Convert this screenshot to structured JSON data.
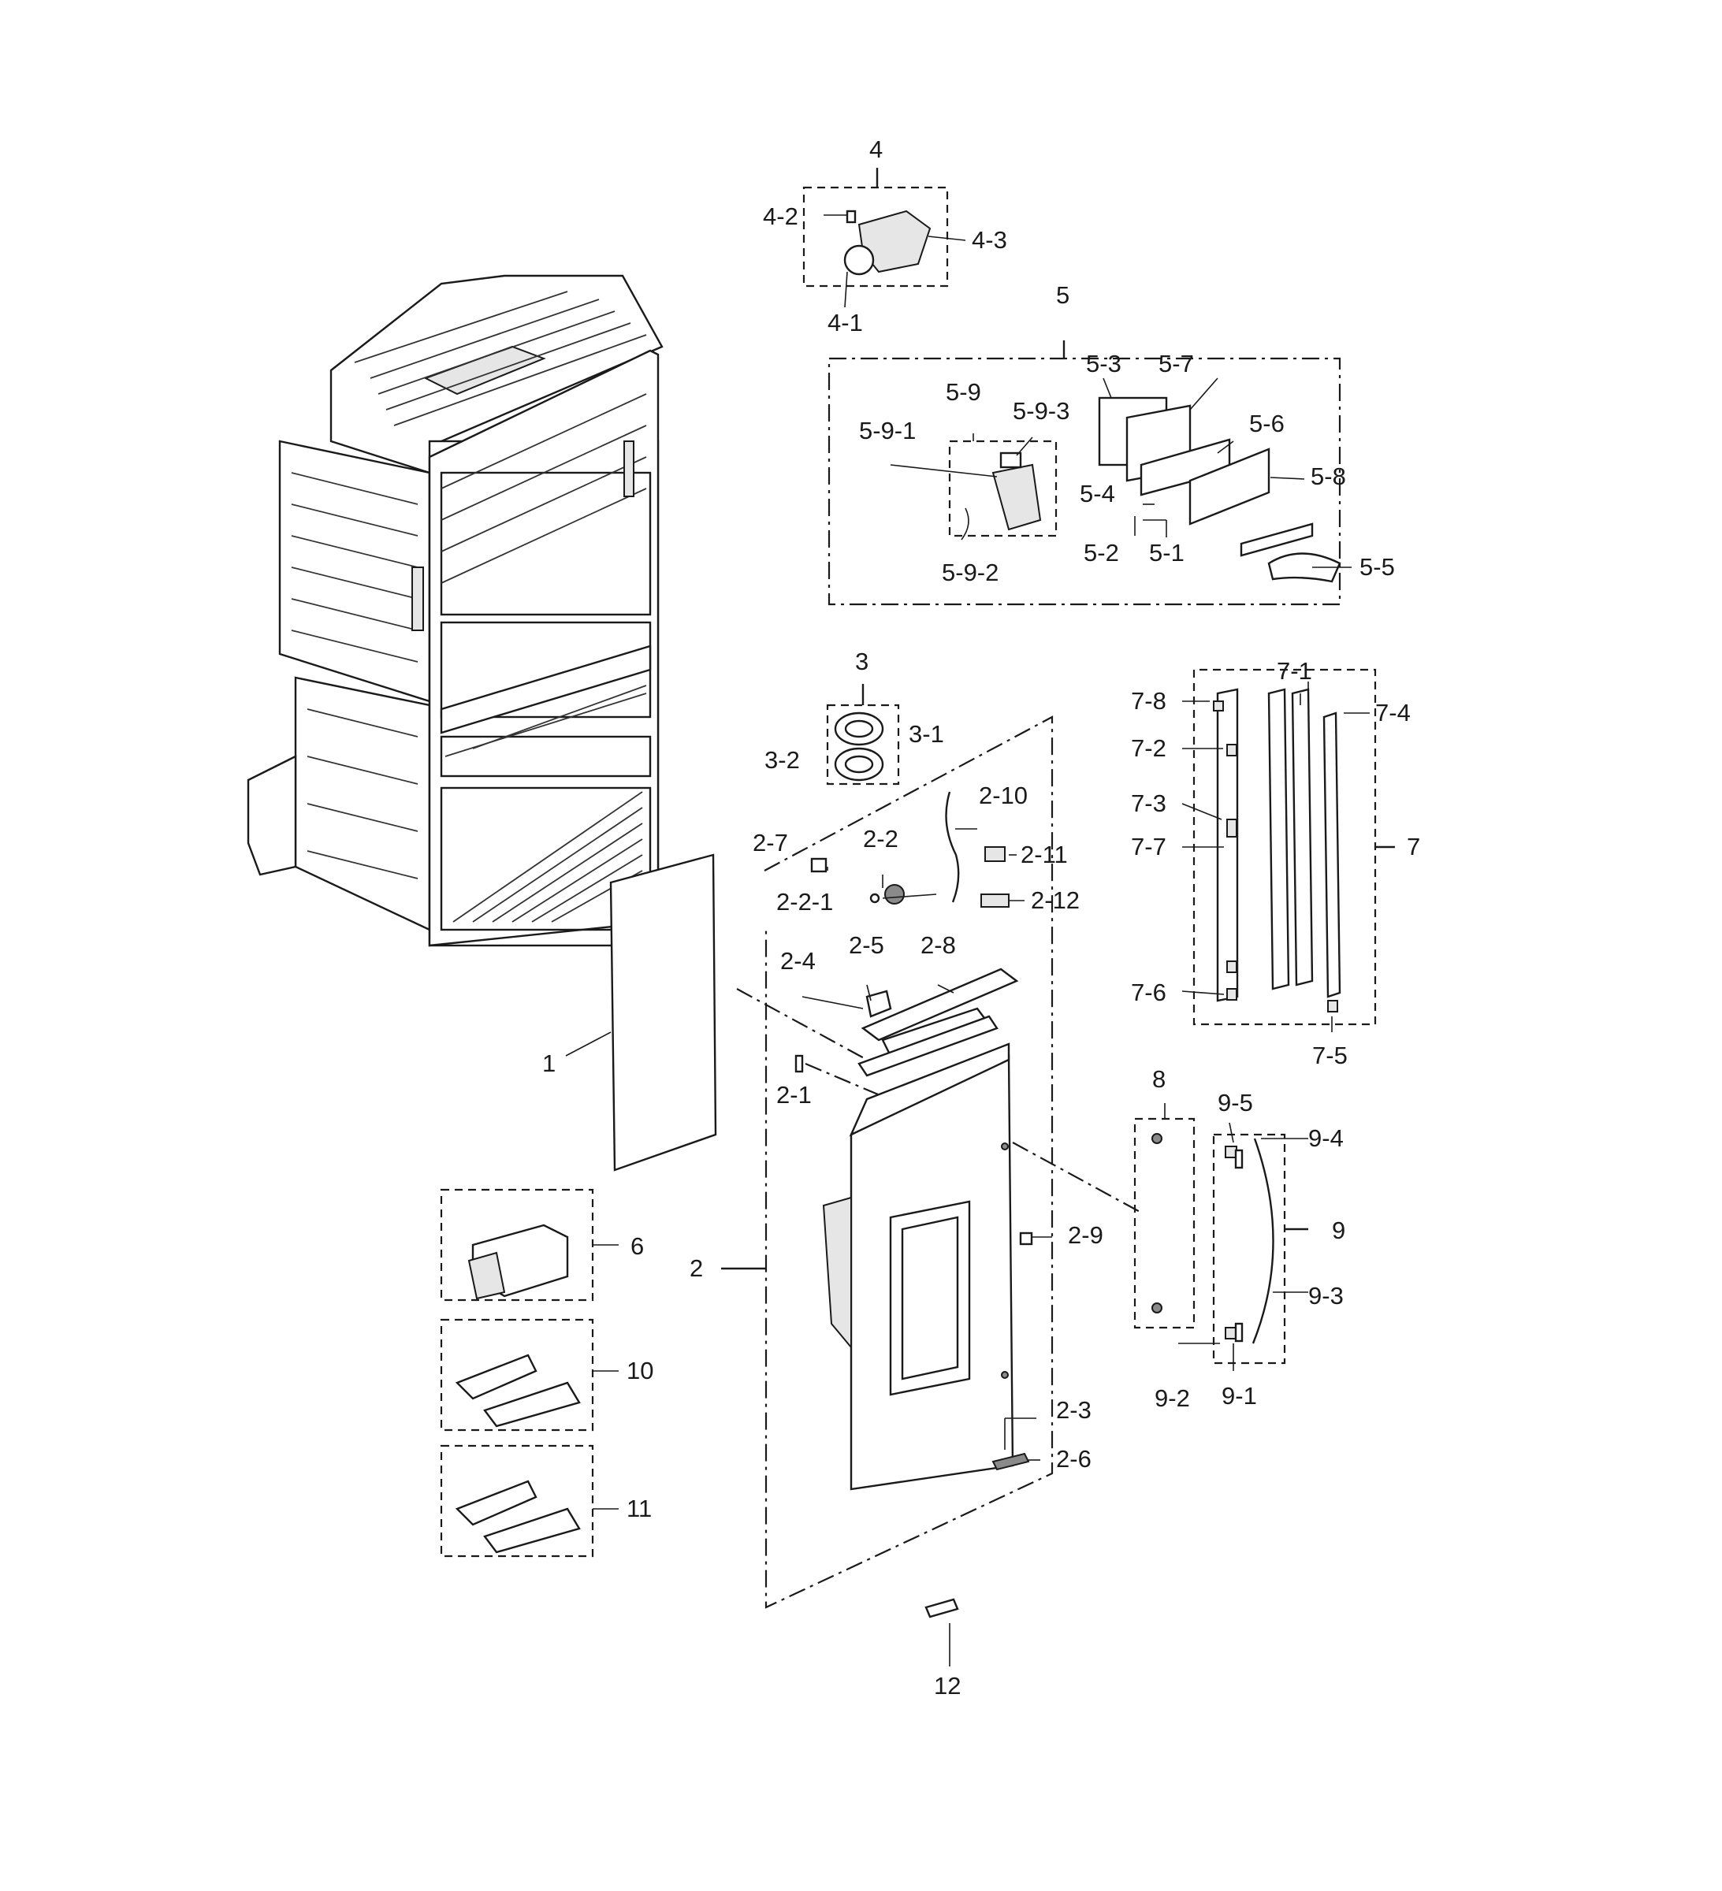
{
  "labels": [
    {
      "id": "4",
      "text": "4"
    },
    {
      "id": "4-2",
      "text": "4-2"
    },
    {
      "id": "4-3",
      "text": "4-3"
    },
    {
      "id": "4-1",
      "text": "4-1"
    },
    {
      "id": "5",
      "text": "5"
    },
    {
      "id": "5-3",
      "text": "5-3"
    },
    {
      "id": "5-7",
      "text": "5-7"
    },
    {
      "id": "5-9",
      "text": "5-9"
    },
    {
      "id": "5-9-3",
      "text": "5-9-3"
    },
    {
      "id": "5-9-1",
      "text": "5-9-1"
    },
    {
      "id": "5-6",
      "text": "5-6"
    },
    {
      "id": "5-8",
      "text": "5-8"
    },
    {
      "id": "5-4",
      "text": "5-4"
    },
    {
      "id": "5-2",
      "text": "5-2"
    },
    {
      "id": "5-1",
      "text": "5-1"
    },
    {
      "id": "5-5",
      "text": "5-5"
    },
    {
      "id": "5-9-2",
      "text": "5-9-2"
    },
    {
      "id": "3",
      "text": "3"
    },
    {
      "id": "3-1",
      "text": "3-1"
    },
    {
      "id": "3-2",
      "text": "3-2"
    },
    {
      "id": "2-10",
      "text": "2-10"
    },
    {
      "id": "2-11",
      "text": "2-11"
    },
    {
      "id": "2-7",
      "text": "2-7"
    },
    {
      "id": "2-2",
      "text": "2-2"
    },
    {
      "id": "2-2-1",
      "text": "2-2-1"
    },
    {
      "id": "2-12",
      "text": "2-12"
    },
    {
      "id": "2-4",
      "text": "2-4"
    },
    {
      "id": "2-5",
      "text": "2-5"
    },
    {
      "id": "2-8",
      "text": "2-8"
    },
    {
      "id": "2-1",
      "text": "2-1"
    },
    {
      "id": "2-9",
      "text": "2-9"
    },
    {
      "id": "2",
      "text": "2"
    },
    {
      "id": "2-3",
      "text": "2-3"
    },
    {
      "id": "2-6",
      "text": "2-6"
    },
    {
      "id": "1",
      "text": "1"
    },
    {
      "id": "6",
      "text": "6"
    },
    {
      "id": "10",
      "text": "10"
    },
    {
      "id": "11",
      "text": "11"
    },
    {
      "id": "12",
      "text": "12"
    },
    {
      "id": "7-1",
      "text": "7-1"
    },
    {
      "id": "7-8",
      "text": "7-8"
    },
    {
      "id": "7-4",
      "text": "7-4"
    },
    {
      "id": "7-2",
      "text": "7-2"
    },
    {
      "id": "7-3",
      "text": "7-3"
    },
    {
      "id": "7-7",
      "text": "7-7"
    },
    {
      "id": "7",
      "text": "7"
    },
    {
      "id": "7-6",
      "text": "7-6"
    },
    {
      "id": "7-5",
      "text": "7-5"
    },
    {
      "id": "8",
      "text": "8"
    },
    {
      "id": "9-5",
      "text": "9-5"
    },
    {
      "id": "9-4",
      "text": "9-4"
    },
    {
      "id": "9",
      "text": "9"
    },
    {
      "id": "9-3",
      "text": "9-3"
    },
    {
      "id": "9-2",
      "text": "9-2"
    },
    {
      "id": "9-1",
      "text": "9-1"
    }
  ]
}
